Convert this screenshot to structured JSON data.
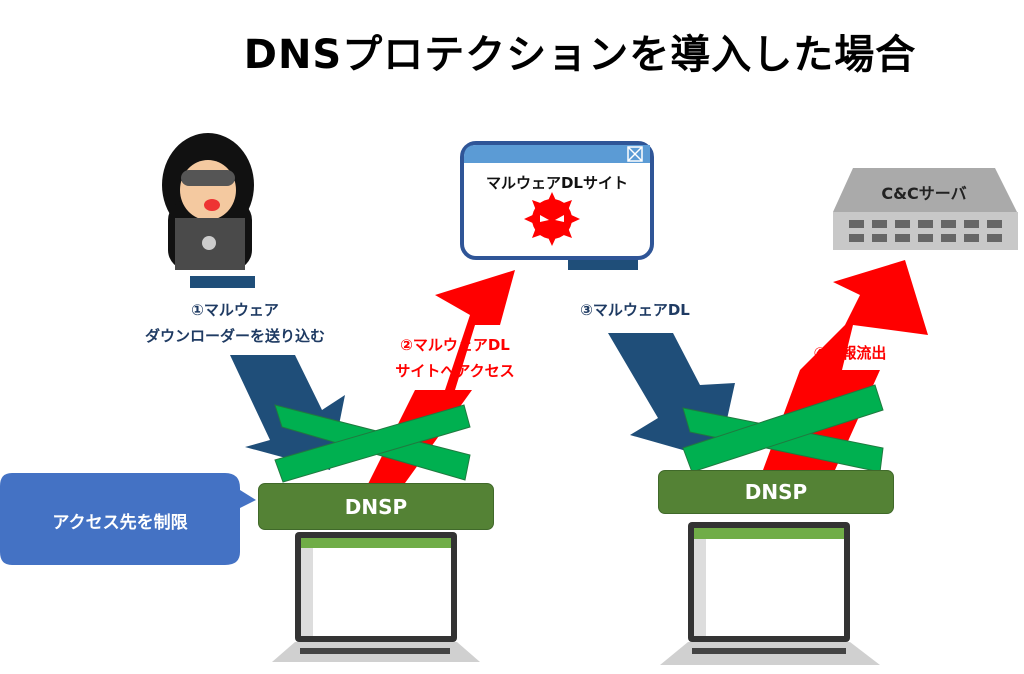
{
  "title": "DNSプロテクションを導入した場合",
  "labels": {
    "step1_line1": "①マルウェア",
    "step1_line2": "ダウンローダーを送り込む",
    "step2_line1": "②マルウェアDL",
    "step2_line2": "サイトへアクセス",
    "step3": "③マルウェアDL",
    "step4": "④情報流出"
  },
  "malware_site": {
    "title": "マルウェアDLサイト"
  },
  "cc_server": {
    "title": "C&Cサーバ"
  },
  "dnsp_left": "DNSP",
  "dnsp_right": "DNSP",
  "callout": "アクセス先を制限",
  "colors": {
    "navy": "#1f4e79",
    "red": "#ff0000",
    "green_x": "#00b050",
    "dnsp": "#548235",
    "callout": "#4472c4"
  }
}
